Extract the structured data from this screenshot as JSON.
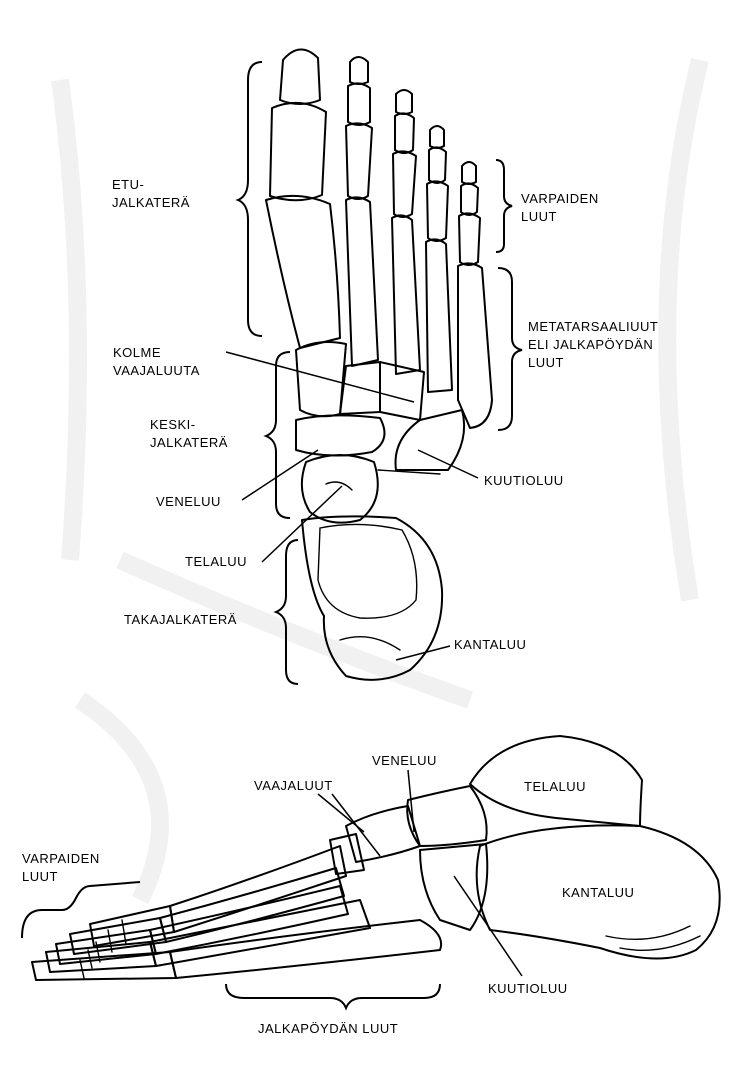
{
  "top_view": {
    "labels": {
      "etu_jalkatera": [
        "ETU-",
        "JALKATERÄ"
      ],
      "varpaiden_luut": [
        "VARPAIDEN",
        "LUUT"
      ],
      "metatarsaaliluut": [
        "METATARSAALIUUT",
        "ELI JALKAPÖYDÄN",
        "LUUT"
      ],
      "kolme_vaajaluuta": [
        "KOLME",
        "VAAJALUUTA"
      ],
      "keski_jalkatera": [
        "KESKI-",
        "JALKATERÄ"
      ],
      "veneluu": "VENELUU",
      "kuutioluu": "KUUTIOLUU",
      "telaluu": "TELALUU",
      "takajalkatera": "TAKAJALKATERÄ",
      "kantaluu": "KANTALUU"
    }
  },
  "side_view": {
    "labels": {
      "veneluu": "VENELUU",
      "vaajaluut": "VAAJALUUT",
      "telaluu": "TELALUU",
      "varpaiden_luut": [
        "VARPAIDEN",
        "LUUT"
      ],
      "kantaluu": "KANTALUU",
      "kuutioluu": "KUUTIOLUU",
      "jalkapoydan_luut": "JALKAPÖYDÄN LUUT"
    }
  }
}
